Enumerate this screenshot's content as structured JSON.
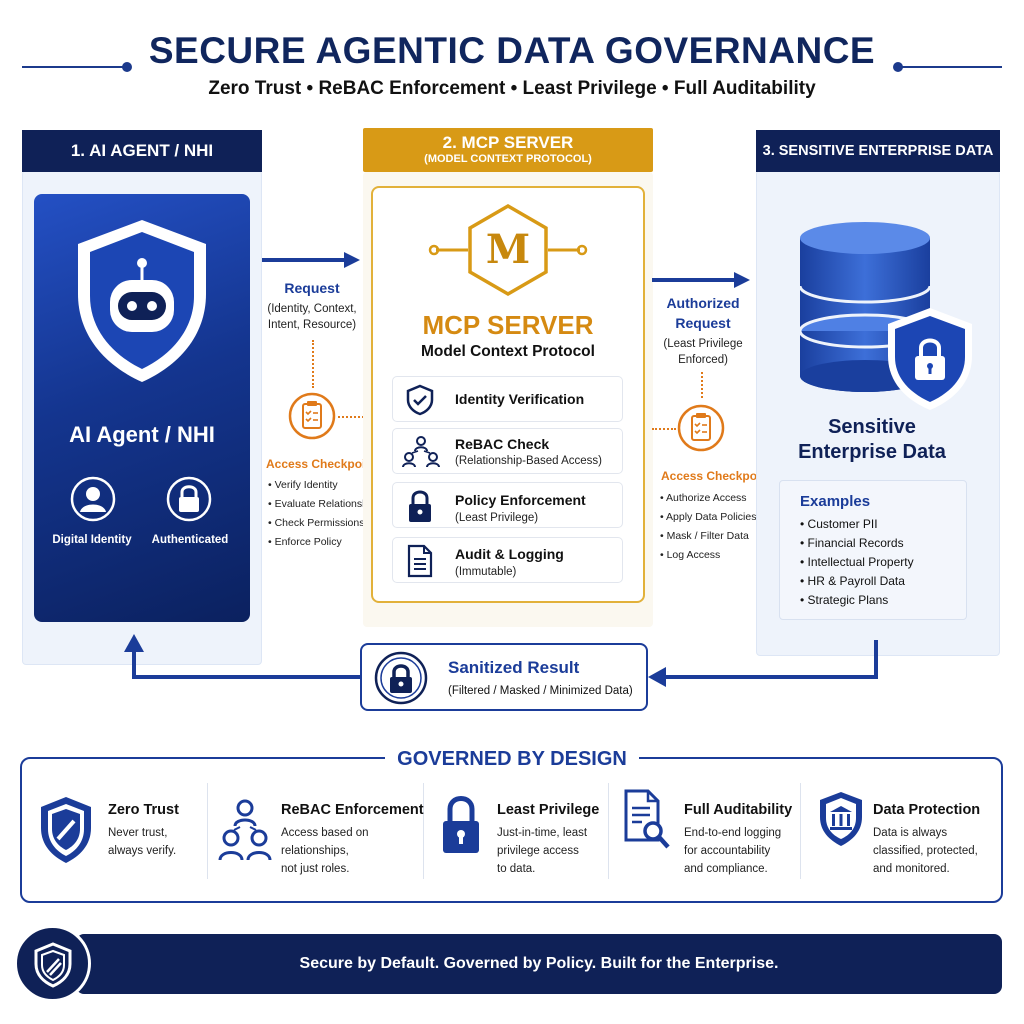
{
  "header": {
    "title": "SECURE AGENTIC DATA GOVERNANCE",
    "subtitle": "Zero Trust  •  ReBAC Enforcement  •  Least Privilege  •  Full Auditability"
  },
  "colors": {
    "navy": "#0f2157",
    "blue": "#1b3c99",
    "gold": "#d89a16",
    "orange": "#e07a1a"
  },
  "agent": {
    "header": "1. AI AGENT / NHI",
    "title": "AI Agent / NHI",
    "badges": [
      {
        "icon": "user-icon",
        "label": "Digital Identity"
      },
      {
        "icon": "lock-icon",
        "label": "Authenticated"
      }
    ]
  },
  "request": {
    "label": "Request",
    "details": [
      "(Identity, Context,",
      "Intent, Resource)"
    ]
  },
  "checkpoint_left": {
    "label": "Access Checkpoint",
    "items": [
      "Verify Identity",
      "Evaluate Relationship",
      "Check Permissions",
      "Enforce Policy"
    ]
  },
  "mcp": {
    "header": "2. MCP SERVER",
    "header_sub": "(MODEL CONTEXT PROTOCOL)",
    "logo_letter": "M",
    "title": "MCP SERVER",
    "subtitle": "Model Context Protocol",
    "features": [
      {
        "icon": "shield-check-icon",
        "title": "Identity Verification",
        "sub": ""
      },
      {
        "icon": "relationship-icon",
        "title": "ReBAC Check",
        "sub": "(Relationship-Based Access)"
      },
      {
        "icon": "lock-icon",
        "title": "Policy Enforcement",
        "sub": "(Least Privilege)"
      },
      {
        "icon": "document-icon",
        "title": "Audit & Logging",
        "sub": "(Immutable)"
      }
    ]
  },
  "authorized": {
    "label": [
      "Authorized",
      "Request"
    ],
    "details": [
      "(Least Privilege",
      "Enforced)"
    ]
  },
  "checkpoint_right": {
    "label": "Access Checkpoint",
    "items": [
      "Authorize Access",
      "Apply Data Policies",
      "Mask / Filter Data",
      "Log Access"
    ]
  },
  "data": {
    "header": "3. SENSITIVE ENTERPRISE DATA",
    "title": [
      "Sensitive",
      "Enterprise Data"
    ],
    "examples_title": "Examples",
    "examples": [
      "Customer PII",
      "Financial Records",
      "Intellectual Property",
      "HR & Payroll Data",
      "Strategic Plans"
    ]
  },
  "result": {
    "title": "Sanitized Result",
    "sub": "(Filtered / Masked / Minimized Data)"
  },
  "governed": {
    "title": "GOVERNED BY DESIGN",
    "items": [
      {
        "icon": "shield-slash-icon",
        "title": "Zero Trust",
        "lines": [
          "Never trust,",
          "always verify."
        ]
      },
      {
        "icon": "relationship-icon",
        "title": "ReBAC Enforcement",
        "lines": [
          "Access based on",
          "relationships,",
          "not just roles."
        ]
      },
      {
        "icon": "lock-icon",
        "title": "Least Privilege",
        "lines": [
          "Just-in-time, least",
          "privilege access",
          "to data."
        ]
      },
      {
        "icon": "audit-search-icon",
        "title": "Full Auditability",
        "lines": [
          "End-to-end logging",
          "for accountability",
          "and compliance."
        ]
      },
      {
        "icon": "bank-shield-icon",
        "title": "Data Protection",
        "lines": [
          "Data is always",
          "classified, protected,",
          "and monitored."
        ]
      }
    ]
  },
  "footer": {
    "text": "Secure by Default. Governed by Policy. Built for the Enterprise."
  }
}
